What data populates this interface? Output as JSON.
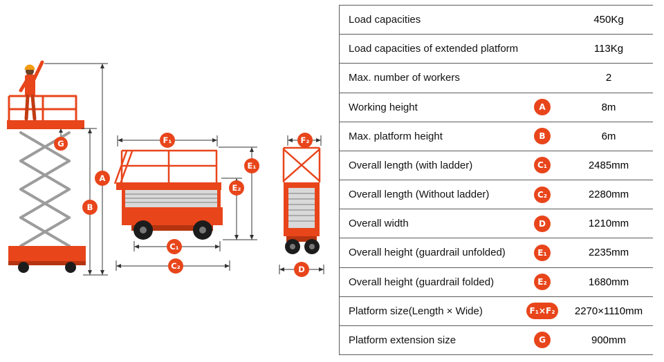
{
  "colors": {
    "accent": "#e8451b",
    "scissor_gray": "#9c9c9c",
    "dim_line": "#333333",
    "rule_line": "#5a5a5a"
  },
  "table": {
    "rows": [
      {
        "label": "Load capacities",
        "value": "450Kg"
      },
      {
        "label": "Load capacities of extended platform",
        "value": "113Kg"
      },
      {
        "label": "Max. number of workers",
        "value": "2"
      },
      {
        "label": "Working height",
        "badge": "A",
        "value": "8m"
      },
      {
        "label": "Max. platform height",
        "badge": "B",
        "value": "6m"
      },
      {
        "label": "Overall length (with ladder)",
        "badge": "C₁",
        "value": "2485mm"
      },
      {
        "label": "Overall length (Without ladder)",
        "badge": "C₂",
        "value": "2280mm"
      },
      {
        "label": "Overall width",
        "badge": "D",
        "value": "1210mm"
      },
      {
        "label": "Overall height (guardrail unfolded)",
        "badge": "E₁",
        "value": "2235mm"
      },
      {
        "label": "Overall height (guardrail folded)",
        "badge": "E₂",
        "value": "1680mm"
      },
      {
        "label": "Platform size(Length × Wide)",
        "badge": "F₁×F₂",
        "value": "2270×1110mm"
      },
      {
        "label": "Platform extension size",
        "badge": "G",
        "value": "900mm"
      }
    ]
  },
  "diagram": {
    "labels": {
      "A": "A",
      "B": "B",
      "C1": "C₁",
      "C2": "C₂",
      "D": "D",
      "E1": "E₁",
      "E2": "E₂",
      "F1": "F₁",
      "F2": "F₂",
      "G": "G"
    }
  }
}
